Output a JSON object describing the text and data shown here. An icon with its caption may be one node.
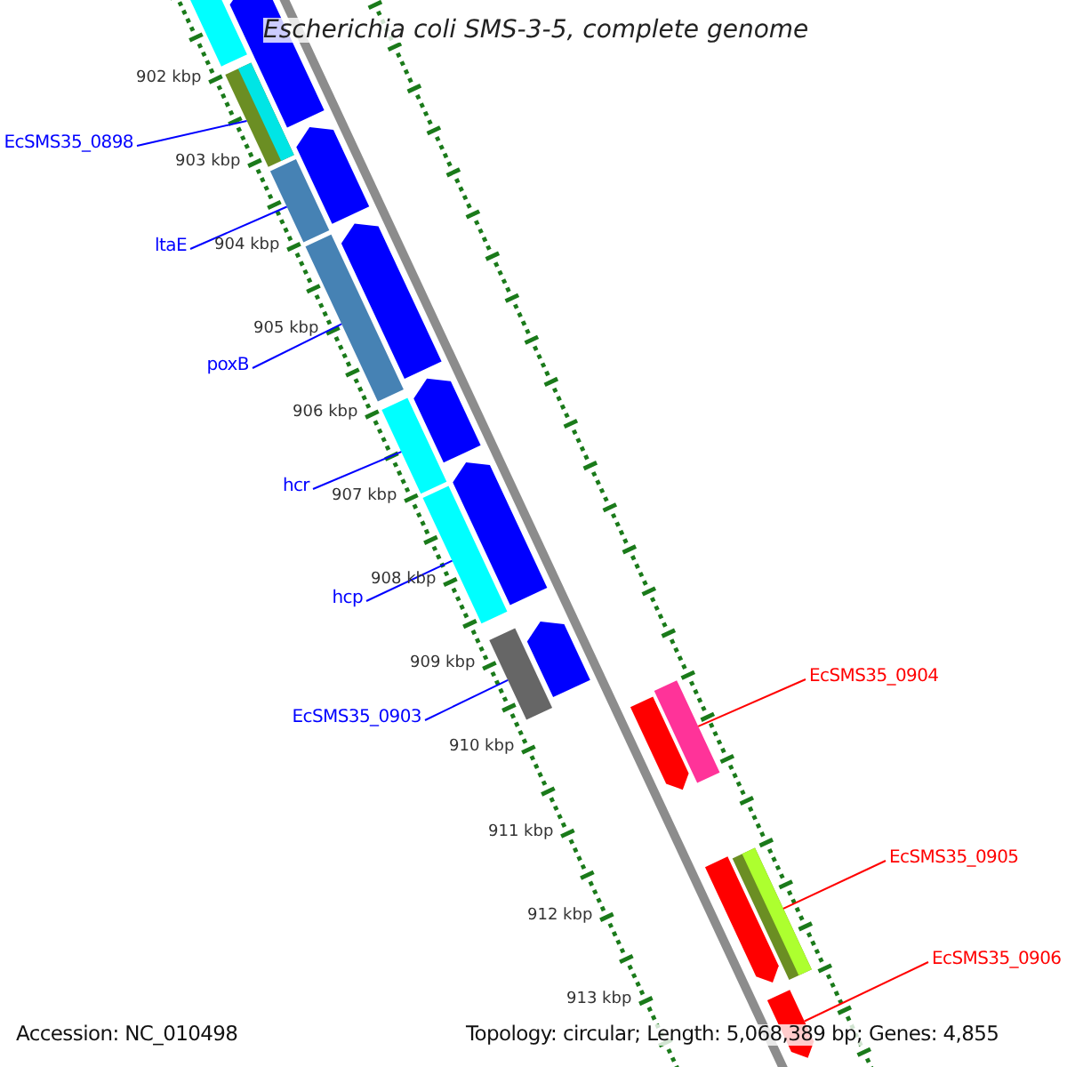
{
  "diagram": {
    "title": "Escherichia coli SMS-3-5, complete genome",
    "nodes": [
      {
        "text": [
          "EcSMS35_0898"
        ]
      },
      {
        "text": [
          "ltaE"
        ]
      },
      {
        "text": [
          "poxB"
        ]
      },
      {
        "text": [
          "hcr"
        ]
      },
      {
        "text": [
          "hcp"
        ]
      },
      {
        "text": [
          "EcSMS35_0903"
        ]
      },
      {
        "text": [
          "EcSMS35_0904"
        ]
      },
      {
        "text": [
          "EcSMS35_0905"
        ]
      },
      {
        "text": [
          "EcSMS35_0906"
        ]
      },
      {
        "text": [],
        "shape": "bar"
      },
      {
        "text": [],
        "shape": "bar"
      },
      {
        "text": [],
        "shape": "bar"
      },
      {
        "text": [],
        "shape": "bar"
      },
      {
        "text": [],
        "shape": "bar"
      },
      {
        "text": [],
        "shape": "bar"
      },
      {
        "text": [],
        "shape": "bar"
      },
      {
        "text": [],
        "shape": "bar"
      },
      {
        "text": [],
        "shape": "bar"
      },
      {
        "text": [],
        "shape": "bar"
      },
      {
        "text": [],
        "shape": "bar"
      },
      {
        "text": [],
        "shape": "bar"
      },
      {
        "text": [],
        "shape": "bar"
      },
      {
        "text": [],
        "shape": "bar"
      },
      {
        "text": [],
        "shape": "bar"
      },
      {
        "text": [],
        "shape": "bar"
      },
      {
        "text": [],
        "shape": "bar"
      },
      {
        "text": [],
        "shape": "bar"
      }
    ],
    "edges": [
      {
        "from": 0,
        "to": 11,
        "arrow": "none"
      },
      {
        "from": 1,
        "to": 13,
        "arrow": "none"
      },
      {
        "from": 2,
        "to": 15,
        "arrow": "none"
      },
      {
        "from": 3,
        "to": 17,
        "arrow": "none"
      },
      {
        "from": 4,
        "to": 19,
        "arrow": "none"
      },
      {
        "from": 5,
        "to": 20,
        "arrow": "none"
      },
      {
        "from": 6,
        "to": 22,
        "arrow": "none",
        "color": "#ff0000"
      },
      {
        "from": 7,
        "to": 25,
        "arrow": "none",
        "color": "#ff0000"
      },
      {
        "from": 8,
        "to": 26,
        "arrow": "none",
        "color": "#ff0000"
      }
    ],
    "labels": [
      "902 kbp",
      "903 kbp",
      "904 kbp",
      "905 kbp",
      "906 kbp",
      "907 kbp",
      "908 kbp",
      "909 kbp",
      "910 kbp",
      "911 kbp",
      "912 kbp",
      "913 kbp",
      "Accession: NC_010498",
      "Topology: circular; Length: 5,068,389 bp; Genes: 4,855"
    ]
  }
}
